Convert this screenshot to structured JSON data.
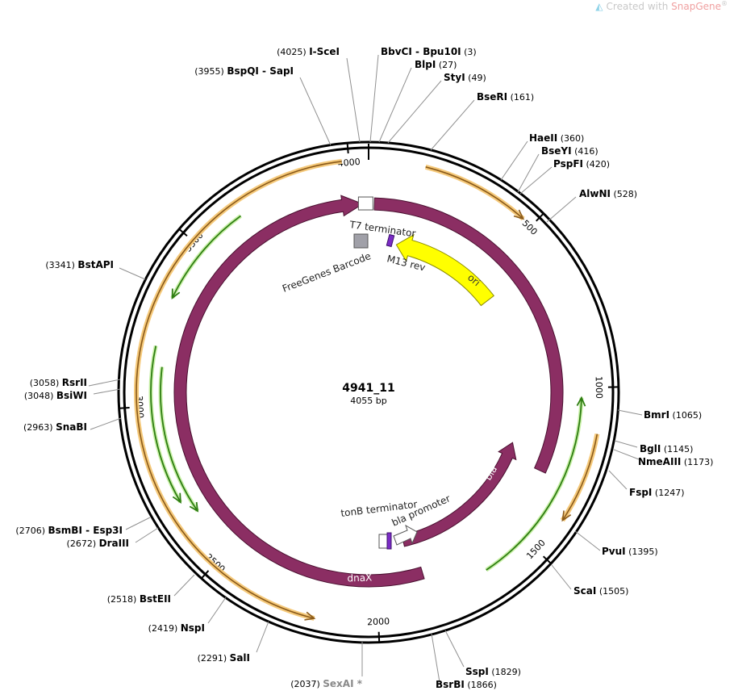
{
  "watermark": {
    "prefix": "Created with",
    "brand": "SnapGene",
    "suffix": "®"
  },
  "plasmid": {
    "name": "4941_11",
    "length_label": "4055 bp",
    "length": 4055
  },
  "scale_ticks": [
    {
      "bp": 500,
      "label": "500"
    },
    {
      "bp": 1000,
      "label": "1000"
    },
    {
      "bp": 1500,
      "label": "1500"
    },
    {
      "bp": 2000,
      "label": "2000"
    },
    {
      "bp": 2500,
      "label": "2500"
    },
    {
      "bp": 3000,
      "label": "3000"
    },
    {
      "bp": 3500,
      "label": "3500"
    },
    {
      "bp": 4000,
      "label": "4000"
    }
  ],
  "features": {
    "dnaX": {
      "label": "dnaX",
      "color": "#8b2e63"
    },
    "bla": {
      "label": "bla",
      "color": "#8b2e63"
    },
    "ori": {
      "label": "ori",
      "color": "#ffff00"
    },
    "T7_terminator": {
      "label": "T7 terminator"
    },
    "M13_rev": {
      "label": "M13 rev",
      "color": "#7b2cc6"
    },
    "FreeGenes_Barcode": {
      "label": "FreeGenes Barcode",
      "color": "#a0a0a8"
    },
    "tonB_terminator": {
      "label": "tonB terminator"
    },
    "bla_promoter": {
      "label": "bla promoter"
    }
  },
  "enzymes": [
    {
      "name": "I-SceI",
      "pos": "(4025)"
    },
    {
      "name": "BbvCI",
      "sep": "-",
      "name2": "Bpu10I",
      "pos": "(3)"
    },
    {
      "name": "BlpI",
      "pos": "(27)"
    },
    {
      "name": "StyI",
      "pos": "(49)"
    },
    {
      "name": "BseRI",
      "pos": "(161)"
    },
    {
      "name": "BspQI",
      "sep": "-",
      "name2": "SapI",
      "pos": "(3955)"
    },
    {
      "name": "HaeII",
      "pos": "(360)"
    },
    {
      "name": "BseYI",
      "pos": "(416)"
    },
    {
      "name": "PspFI",
      "pos": "(420)"
    },
    {
      "name": "AlwNI",
      "pos": "(528)"
    },
    {
      "name": "BstAPI",
      "pos": "(3341)"
    },
    {
      "name": "RsrII",
      "pos": "(3058)"
    },
    {
      "name": "BsiWI",
      "pos": "(3048)"
    },
    {
      "name": "SnaBI",
      "pos": "(2963)"
    },
    {
      "name": "BmrI",
      "pos": "(1065)"
    },
    {
      "name": "BglI",
      "pos": "(1145)"
    },
    {
      "name": "NmeAIII",
      "pos": "(1173)"
    },
    {
      "name": "FspI",
      "pos": "(1247)"
    },
    {
      "name": "PvuI",
      "pos": "(1395)"
    },
    {
      "name": "ScaI",
      "pos": "(1505)"
    },
    {
      "name": "BsmBI",
      "sep": "-",
      "name2": "Esp3I",
      "pos": "(2706)"
    },
    {
      "name": "DraIII",
      "pos": "(2672)"
    },
    {
      "name": "BstEII",
      "pos": "(2518)"
    },
    {
      "name": "NspI",
      "pos": "(2419)"
    },
    {
      "name": "SalI",
      "pos": "(2291)"
    },
    {
      "name": "SexAI *",
      "pos": "(2037)",
      "muted": true
    },
    {
      "name": "SspI",
      "pos": "(1829)"
    },
    {
      "name": "BsrBI",
      "pos": "(1866)"
    }
  ]
}
